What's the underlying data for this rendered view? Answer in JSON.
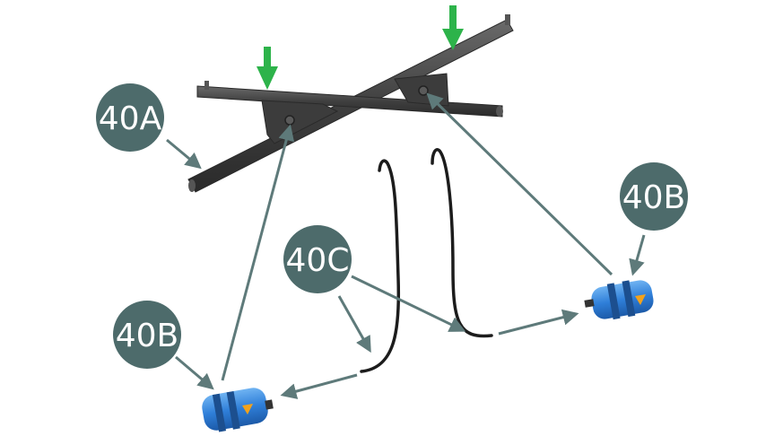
{
  "labels": {
    "crossmember": "40A",
    "part_b_left": "40B",
    "part_b_right": "40B",
    "hose": "40C"
  },
  "colors": {
    "label_bubble": "#4d6b6b",
    "label_text": "#ffffff",
    "arrow": "#5e7a7a",
    "green_arrow": "#2db34a",
    "crossmember": "#4a4a4a",
    "hose": "#1c1c1c",
    "canister": "#2f7fd9",
    "warning_label": "#f2a21c"
  },
  "icons": {
    "insert_arrow": "green-down-arrow-icon",
    "warning": "warning-triangle-icon"
  }
}
